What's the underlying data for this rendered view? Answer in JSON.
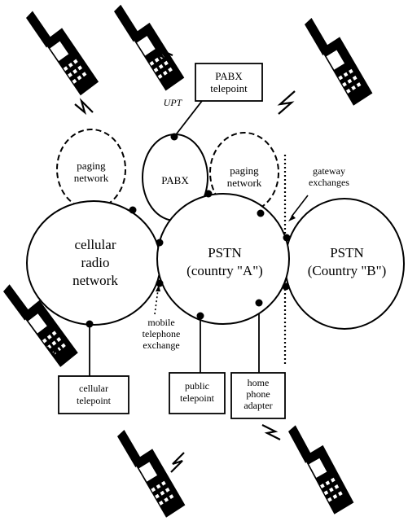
{
  "networks": {
    "cellular": [
      "cellular",
      "radio",
      "network"
    ],
    "pstn_a": [
      "PSTN",
      "(country \"A\")"
    ],
    "pstn_b": [
      "PSTN",
      "(Country \"B\")"
    ],
    "pabx": "PABX",
    "paging_left": [
      "paging",
      "network"
    ],
    "paging_right": [
      "paging",
      "network"
    ]
  },
  "boxes": {
    "pabx_telepoint": [
      "PABX",
      "telepoint"
    ],
    "cellular_telepoint": [
      "cellular",
      "telepoint"
    ],
    "public_telepoint": [
      "public",
      "telepoint"
    ],
    "home_phone_adapter": [
      "home",
      "phone",
      "adapter"
    ]
  },
  "labels": {
    "upt": "UPT",
    "gateway": [
      "gateway",
      "exchanges"
    ],
    "mobile_exchange": [
      "mobile",
      "telephone",
      "exchange"
    ]
  },
  "colors": {
    "ink": "#000000",
    "paper": "#ffffff"
  }
}
